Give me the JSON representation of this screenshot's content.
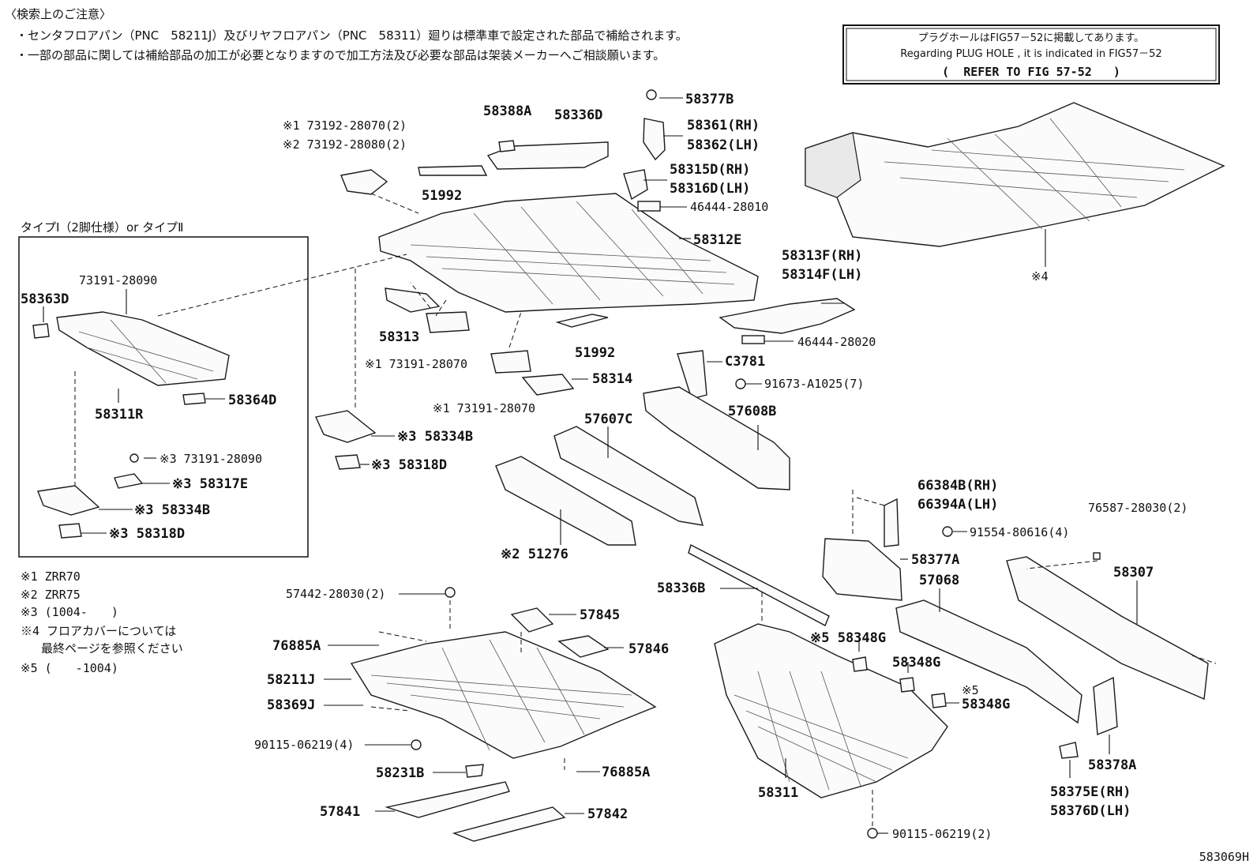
{
  "notes": {
    "heading": "〈検索上のご注意〉",
    "line1": "・センタフロアパン（PNC　58211J）及びリヤフロアパン（PNC　58311）廻りは標準車で設定された部品で補給されます。",
    "line2": "・一部の部品に関しては補給部品の加工が必要となりますので加工方法及び必要な部品は架装メーカーへご相談願います。"
  },
  "refbox": {
    "line1": "プラグホールはFIG57－52に掲載してあります。",
    "line2": "Regarding PLUG HOLE , it is indicated in FIG57－52",
    "line3": "(  REFER TO FIG 57-52   )"
  },
  "inset": {
    "title": "タイプⅠ（2脚仕様）or タイプⅡ",
    "labels": [
      "58363D",
      "73191-28090",
      "58311R",
      "58364D",
      "※3 73191-28090",
      "※3 58317E",
      "※3 58334B",
      "※3 58318D"
    ]
  },
  "legend": [
    "※1 ZRR70",
    "※2 ZRR75",
    "※3 (1004-　　)",
    "※4 フロアカバーについては",
    "最終ページを参照ください",
    "※5 (　　-1004)"
  ],
  "labels": [
    "58388A",
    "58336D",
    "58377B",
    "※1 73192-28070(2)",
    "※2 73192-28080(2)",
    "58361(RH)",
    "58362(LH)",
    "58315D(RH)",
    "58316D(LH)",
    "51992",
    "46444-28010",
    "58312E",
    "58313F(RH)",
    "58314F(LH)",
    "※4",
    "58313",
    "51992",
    "46444-28020",
    "※1 73191-28070",
    "C3781",
    "58314",
    "91673-A1025(7)",
    "※1 73191-28070",
    "57607C",
    "57608B",
    "※3 58334B",
    "※3 58318D",
    "※2 51276",
    "66384B(RH)",
    "66394A(LH)",
    "76587-28030(2)",
    "91554-80616(4)",
    "58377A",
    "57068",
    "58307",
    "58336B",
    "57442-28030(2)",
    "57845",
    "76885A",
    "57846",
    "58211J",
    "58369J",
    "90115-06219(4)",
    "58231B",
    "76885A",
    "57841",
    "57842",
    "※5 58348G",
    "58348G",
    "※5",
    "58348G",
    "58311",
    "58378A",
    "58375E(RH)",
    "58376D(LH)",
    "90115-06219(2)"
  ],
  "figure_code": "583069H"
}
